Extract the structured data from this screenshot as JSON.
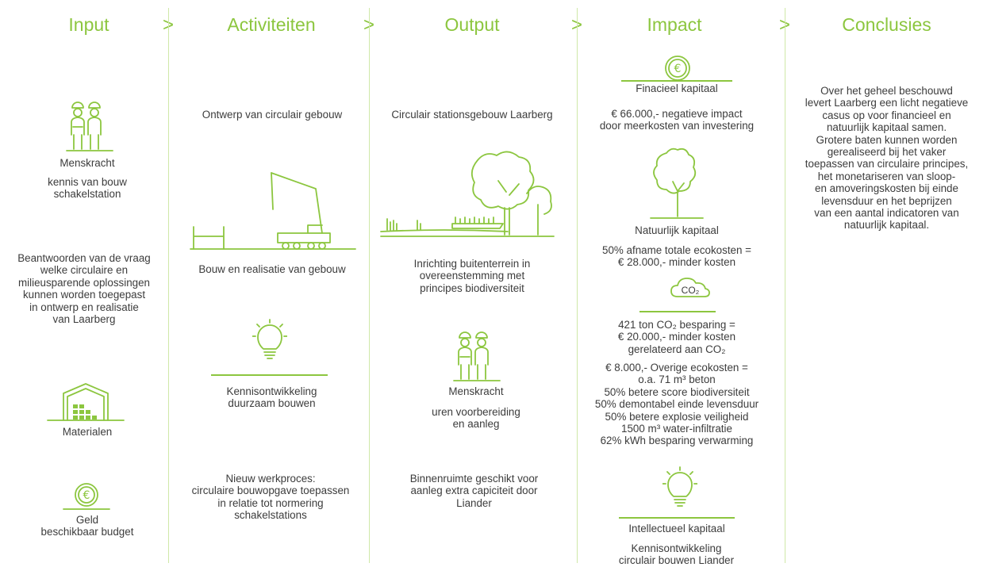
{
  "headers": [
    "Input",
    "Activiteiten",
    "Output",
    "Impact",
    "Conclusies"
  ],
  "arrow_glyph": ">",
  "input": {
    "menskracht_title": "Menskracht",
    "menskracht_text": "kennis van bouw\nschakelstation",
    "vraag_text": "Beantwoorden van de vraag\nwelke circulaire en\nmilieusparende oplossingen\nkunnen worden toegepast\nin ontwerp en realisatie\nvan Laarberg",
    "materialen": "Materialen",
    "geld_text": "Geld\nbeschikbaar budget"
  },
  "activiteiten": {
    "ontwerp": "Ontwerp van circulair gebouw",
    "bouw": "Bouw en realisatie van gebouw",
    "kennis": "Kennisontwikkeling\nduurzaam bouwen",
    "werkproces": "Nieuw werkproces:\ncirculaire bouwopgave toepassen\nin relatie tot normering\nschakelstations"
  },
  "output": {
    "station": "Circulair stationsgebouw Laarberg",
    "inrichting": "Inrichting buitenterrein in\novereenstemming met\nprincipes biodiversiteit",
    "menskracht_title": "Menskracht",
    "menskracht_text": "uren voorbereiding\nen aanleg",
    "binnenruimte": "Binnenruimte geschikt voor\naanleg extra capiciteit door\nLiander"
  },
  "impact": {
    "fin_title": "Finacieel kapitaal",
    "fin_text": "€ 66.000,- negatieve impact\ndoor meerkosten van investering",
    "nat_title": "Natuurlijk kapitaal",
    "nat_text": "50% afname totale ecokosten =\n€ 28.000,- minder kosten",
    "co2_label": "CO₂",
    "co2_text": "421 ton CO₂ besparing =\n€ 20.000,- minder kosten\ngerelateerd aan CO₂",
    "overig_text": "€ 8.000,- Overige ecokosten =\no.a. 71 m³ beton\n50% betere score biodiversiteit\n50% demontabel einde levensduur\n50% betere explosie veiligheid\n1500 m³ water-infiltratie\n62% kWh besparing verwarming",
    "int_title": "Intellectueel kapitaal",
    "int_text": "Kennisontwikkeling\ncirculair bouwen Liander"
  },
  "conclusies": {
    "text": "Over het geheel beschouwd\nlevert Laarberg een licht negatieve\ncasus op voor financieel en\nnatuurlijk kapitaal samen.\nGrotere baten kunnen worden\ngerealiseerd bij het vaker\ntoepassen van circulaire principes,\nhet monetariseren van sloop-\nen amoveringskosten bij einde\nlevensduur en het beprijzen\nvan een aantal indicatoren van\nnatuurlijk kapitaal."
  },
  "colors": {
    "accent": "#8cc63f",
    "divider": "#cfe8a8",
    "text": "#3c3c3c"
  }
}
